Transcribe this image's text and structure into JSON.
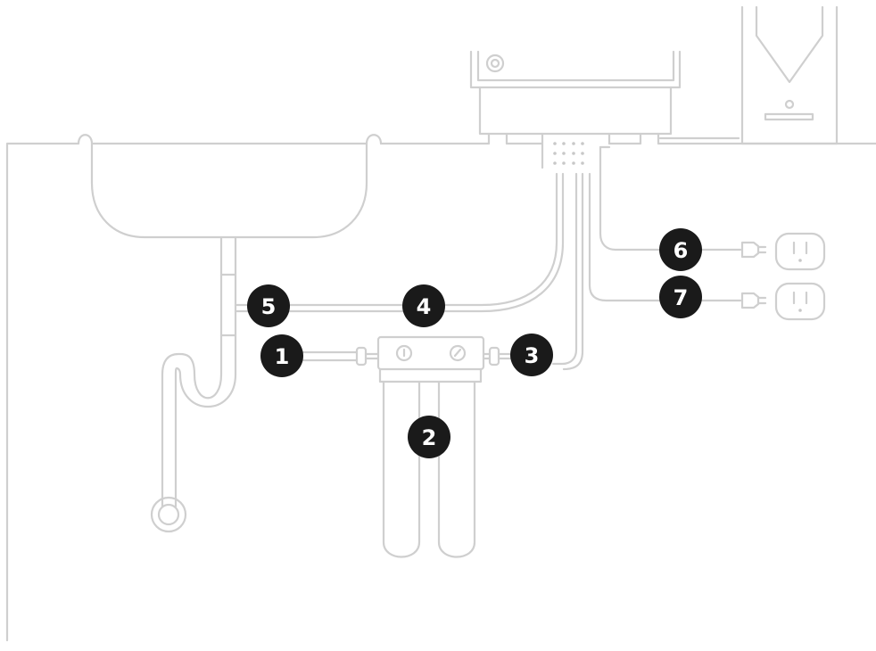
{
  "colors": {
    "line": "#cfcfcf",
    "line_dark": "#9a9a9a",
    "badge_fill": "#1a1a1a",
    "badge_text": "#ffffff",
    "background": "#ffffff"
  },
  "callouts": [
    {
      "id": "1",
      "label": "1"
    },
    {
      "id": "2",
      "label": "2"
    },
    {
      "id": "3",
      "label": "3"
    },
    {
      "id": "4",
      "label": "4"
    },
    {
      "id": "5",
      "label": "5"
    },
    {
      "id": "6",
      "label": "6"
    },
    {
      "id": "7",
      "label": "7"
    }
  ],
  "icons": {
    "sink": "sink-basin-icon",
    "drain": "p-trap-icon",
    "filter": "filter-housing-icon",
    "dispenser": "dispenser-unit-icon",
    "faucet": "faucet-tower-icon",
    "outlet": "wall-outlet-icon",
    "plug": "power-plug-icon"
  }
}
